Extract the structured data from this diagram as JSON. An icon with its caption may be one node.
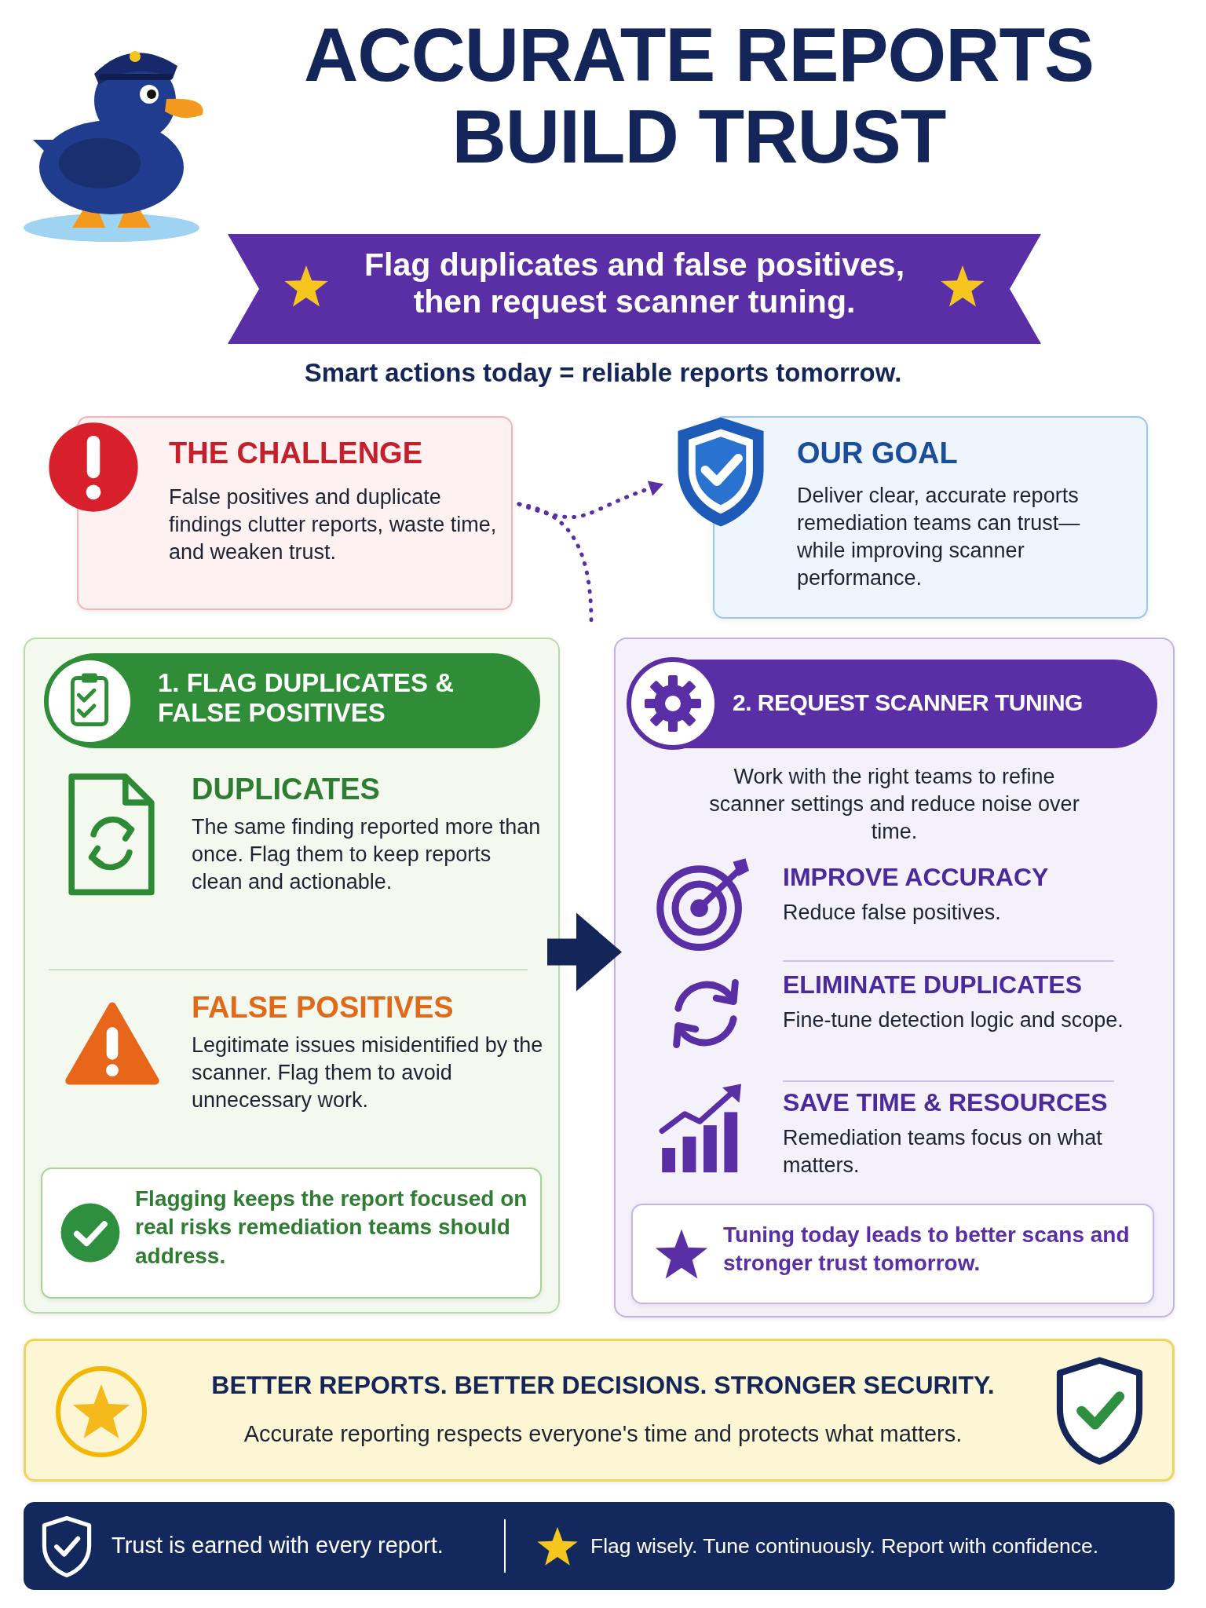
{
  "diagram": {
    "title": "ACCURATE REPORTS BUILD TRUST",
    "nodes": [
      {
        "text": [
          "Flag duplicates and false positives, then request scanner tuning."
        ]
      },
      {
        "text": [
          "THE CHALLENGE",
          "False positives and duplicate findings clutter reports, waste time, and weaken trust."
        ]
      },
      {
        "text": [
          "OUR GOAL",
          "Deliver clear, accurate reports remediation teams can trust—while improving scanner performance."
        ]
      },
      {
        "text": [
          "1. FLAG DUPLICATES & FALSE POSITIVES"
        ]
      },
      {
        "text": [
          "DUPLICATES",
          "The same finding reported more than once. Flag them to keep reports clean and actionable."
        ],
        "in": 3
      },
      {
        "text": [
          "FALSE POSITIVES",
          "Legitimate issues misidentified by the scanner. Flag them to avoid unnecessary work."
        ],
        "in": 3
      },
      {
        "text": [
          "Flagging keeps the report focused on real risks remediation teams should address."
        ],
        "in": 3
      },
      {
        "text": [
          "2. REQUEST SCANNER TUNING",
          "Work with the right teams to refine scanner settings and reduce noise over time."
        ]
      },
      {
        "text": [
          "IMPROVE ACCURACY",
          "Reduce false positives."
        ],
        "in": 7
      },
      {
        "text": [
          "ELIMINATE DUPLICATES",
          "Fine-tune detection logic and scope."
        ],
        "in": 7
      },
      {
        "text": [
          "SAVE TIME & RESOURCES",
          "Remediation teams focus on what matters."
        ],
        "in": 7
      },
      {
        "text": [
          "Tuning today leads to better scans and stronger trust tomorrow."
        ],
        "in": 7
      },
      {
        "text": [
          "BETTER REPORTS. BETTER DECISIONS. STRONGER SECURITY.",
          "Accurate reporting respects everyone's time and protects what matters."
        ]
      },
      {
        "text": [
          "Trust is earned with every report.",
          "Flag wisely. Tune continuously. Report with confidence."
        ]
      }
    ],
    "edges": [
      {
        "from": 1,
        "to": 2,
        "arrow": "to",
        "style": "dashed"
      },
      {
        "from": 1,
        "to": null,
        "arrow": "none",
        "style": "dashed"
      },
      {
        "from": 3,
        "to": 7,
        "arrow": "to",
        "style": "thick",
        "color": "#14255a"
      }
    ],
    "labels": [
      "Smart actions today = reliable reports tomorrow."
    ]
  }
}
